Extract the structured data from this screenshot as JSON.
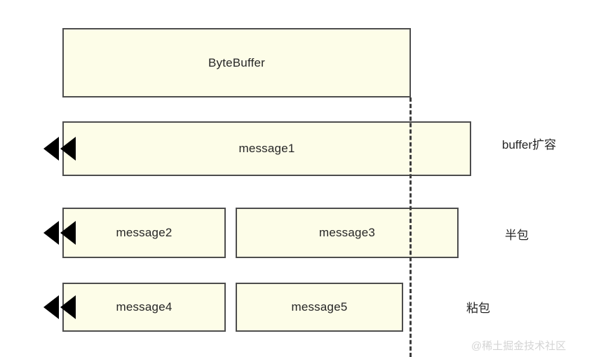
{
  "diagram": {
    "title": "ByteBuffer message framing diagram",
    "colors": {
      "box_fill": "#fdfde8",
      "box_border": "#4d4d4d",
      "text": "#262626",
      "dashed_line": "#3d3d3d",
      "arrow": "#000000",
      "watermark": "#d4d4d4",
      "background": "#ffffff"
    },
    "boxes": [
      {
        "id": "bytebuffer",
        "label": "ByteBuffer"
      },
      {
        "id": "message1",
        "label": "message1"
      },
      {
        "id": "message2",
        "label": "message2"
      },
      {
        "id": "message3",
        "label": "message3"
      },
      {
        "id": "message4",
        "label": "message4"
      },
      {
        "id": "message5",
        "label": "message5"
      }
    ],
    "annotations": [
      {
        "id": "buffer-expand",
        "label": "buffer扩容"
      },
      {
        "id": "half-packet",
        "label": "半包"
      },
      {
        "id": "sticky-packet",
        "label": "粘包"
      }
    ],
    "markers": {
      "arrow_count": 3,
      "arrow_direction": "left"
    },
    "boundary_line": {
      "style": "dashed",
      "orientation": "vertical"
    },
    "watermark": "@稀土掘金技术社区"
  }
}
